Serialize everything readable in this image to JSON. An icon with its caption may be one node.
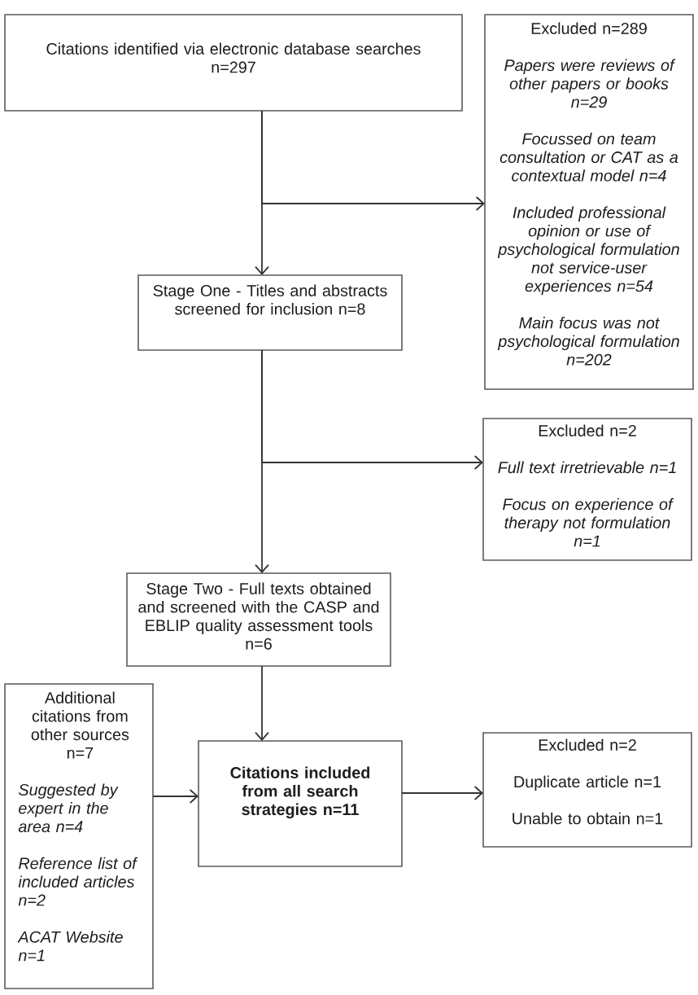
{
  "diagram": {
    "nodes": [
      {
        "text": [
          "Citations identified via electronic database searches n=297"
        ]
      },
      {
        "text": [
          "Excluded n=289",
          "Papers were reviews of other papers or books n=29",
          "Focussed on team consultation or CAT as a contextual model n=4",
          "Included professional opinion or use of psychological formulation not service-user experiences n=54",
          "Main focus was not psychological formulation n=202"
        ]
      },
      {
        "text": [
          "Stage One - Titles and abstracts screened for inclusion n=8"
        ]
      },
      {
        "text": [
          "Excluded n=2",
          "Full text irretrievable n=1",
          "Focus on experience of therapy not formulation n=1"
        ]
      },
      {
        "text": [
          "Stage Two - Full texts obtained and screened with the CASP and EBLIP quality assessment tools n=6"
        ]
      },
      {
        "text": [
          "Additional citations from other sources n=7",
          "Suggested by expert in the area n=4",
          "Reference list of included articles n=2",
          "ACAT Website n=1"
        ]
      },
      {
        "text": [
          "Citations included from all search strategies n=11"
        ]
      },
      {
        "text": [
          "Excluded n=2",
          "Duplicate article n=1",
          "Unable to obtain n=1"
        ]
      }
    ],
    "edges": [
      {
        "from": 0,
        "to": 1,
        "arrow": "to"
      },
      {
        "from": 0,
        "to": 2,
        "arrow": "to"
      },
      {
        "from": 2,
        "to": 3,
        "arrow": "to"
      },
      {
        "from": 2,
        "to": 4,
        "arrow": "to"
      },
      {
        "from": 4,
        "to": 6,
        "arrow": "to"
      },
      {
        "from": 5,
        "to": 6,
        "arrow": "to"
      },
      {
        "from": 6,
        "to": 7,
        "arrow": "to"
      }
    ]
  }
}
